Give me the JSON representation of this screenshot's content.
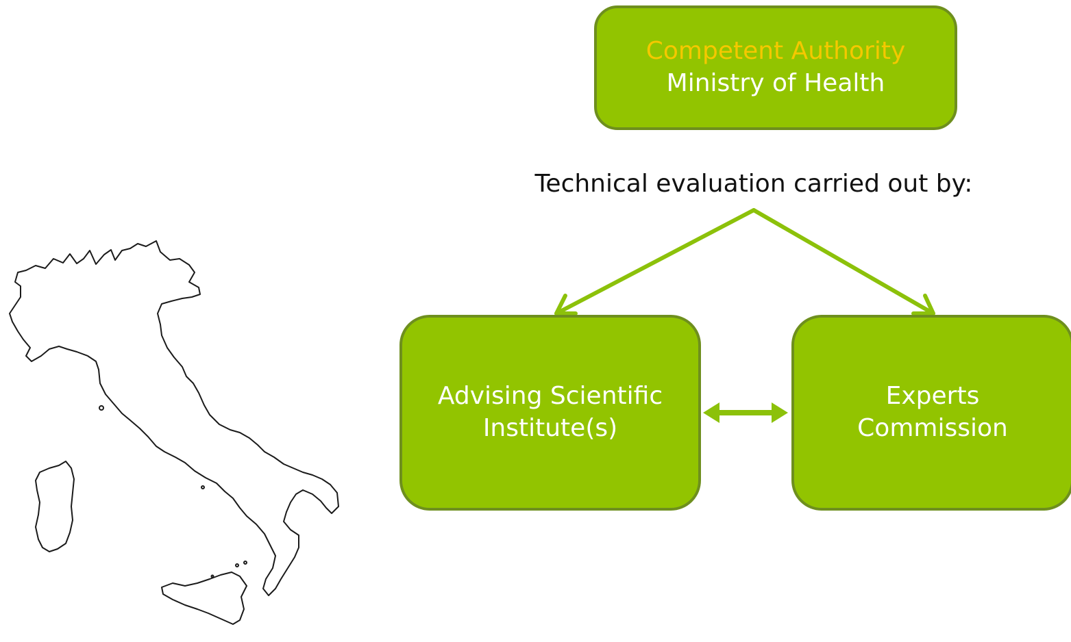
{
  "authority": {
    "role": "Competent Authority",
    "name": "Ministry of Health"
  },
  "evaluation_caption": "Technical evaluation carried out by:",
  "institute": {
    "line1": "Advising Scientific",
    "line2": "Institute(s)"
  },
  "experts": {
    "line1": "Experts",
    "line2": "Commission"
  },
  "colors": {
    "box_fill": "#92c400",
    "box_border": "#6e8f1e",
    "arrow": "#8cc10a",
    "authority_role_text": "#f5c800",
    "box_text": "#ffffff"
  },
  "map": {
    "icon": "italy-outline-map-icon"
  }
}
